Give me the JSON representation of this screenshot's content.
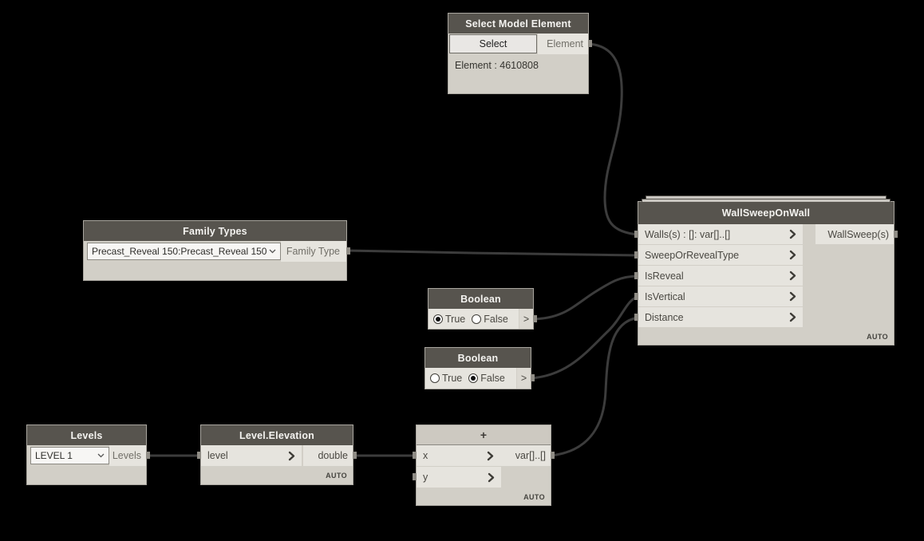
{
  "canvas": {
    "background": "#000000",
    "wire_color": "#3c3c3c"
  },
  "colors": {
    "node_header_bg": "#57544e",
    "node_header_text": "#f4f3f0",
    "node_body_bg": "#d2cfc7",
    "port_bg": "#e6e4de",
    "port_text": "#4a4842",
    "dropdown_bg": "#f7f6f4",
    "wire": "#3c3c3c"
  },
  "nodes": {
    "select_model_element": {
      "title": "Select Model Element",
      "button": "Select",
      "output": "Element",
      "body": "Element : 4610808"
    },
    "family_types": {
      "title": "Family Types",
      "value": "Precast_Reveal 150:Precast_Reveal 150",
      "output": "Family Type"
    },
    "boolean_true": {
      "title": "Boolean",
      "option_true": "True",
      "option_false": "False",
      "selected": "True",
      "output": ">"
    },
    "boolean_false": {
      "title": "Boolean",
      "option_true": "True",
      "option_false": "False",
      "selected": "False",
      "output": ">"
    },
    "levels": {
      "title": "Levels",
      "value": "LEVEL 1",
      "output": "Levels"
    },
    "level_elevation": {
      "title": "Level.Elevation",
      "input": "level",
      "output": "double",
      "lacing": "AUTO"
    },
    "plus": {
      "title": "+",
      "inputs": [
        "x",
        "y"
      ],
      "output": "var[]..[]",
      "lacing": "AUTO"
    },
    "wall_sweep_on_wall": {
      "title": "WallSweepOnWall",
      "inputs": [
        "Walls(s) : []: var[]..[]",
        "SweepOrRevealType",
        "IsReveal",
        "IsVertical",
        "Distance"
      ],
      "output": "WallSweep(s)",
      "lacing": "AUTO"
    }
  },
  "wires": [
    {
      "from": "select_model_element.Element",
      "to": "wall_sweep_on_wall.Walls(s)"
    },
    {
      "from": "family_types.Family Type",
      "to": "wall_sweep_on_wall.SweepOrRevealType"
    },
    {
      "from": "boolean_true.>",
      "to": "wall_sweep_on_wall.IsReveal"
    },
    {
      "from": "boolean_false.>",
      "to": "wall_sweep_on_wall.IsVertical"
    },
    {
      "from": "plus.var[]..[]",
      "to": "wall_sweep_on_wall.Distance"
    },
    {
      "from": "levels.Levels",
      "to": "level_elevation.level"
    },
    {
      "from": "level_elevation.double",
      "to": "plus.x"
    }
  ]
}
